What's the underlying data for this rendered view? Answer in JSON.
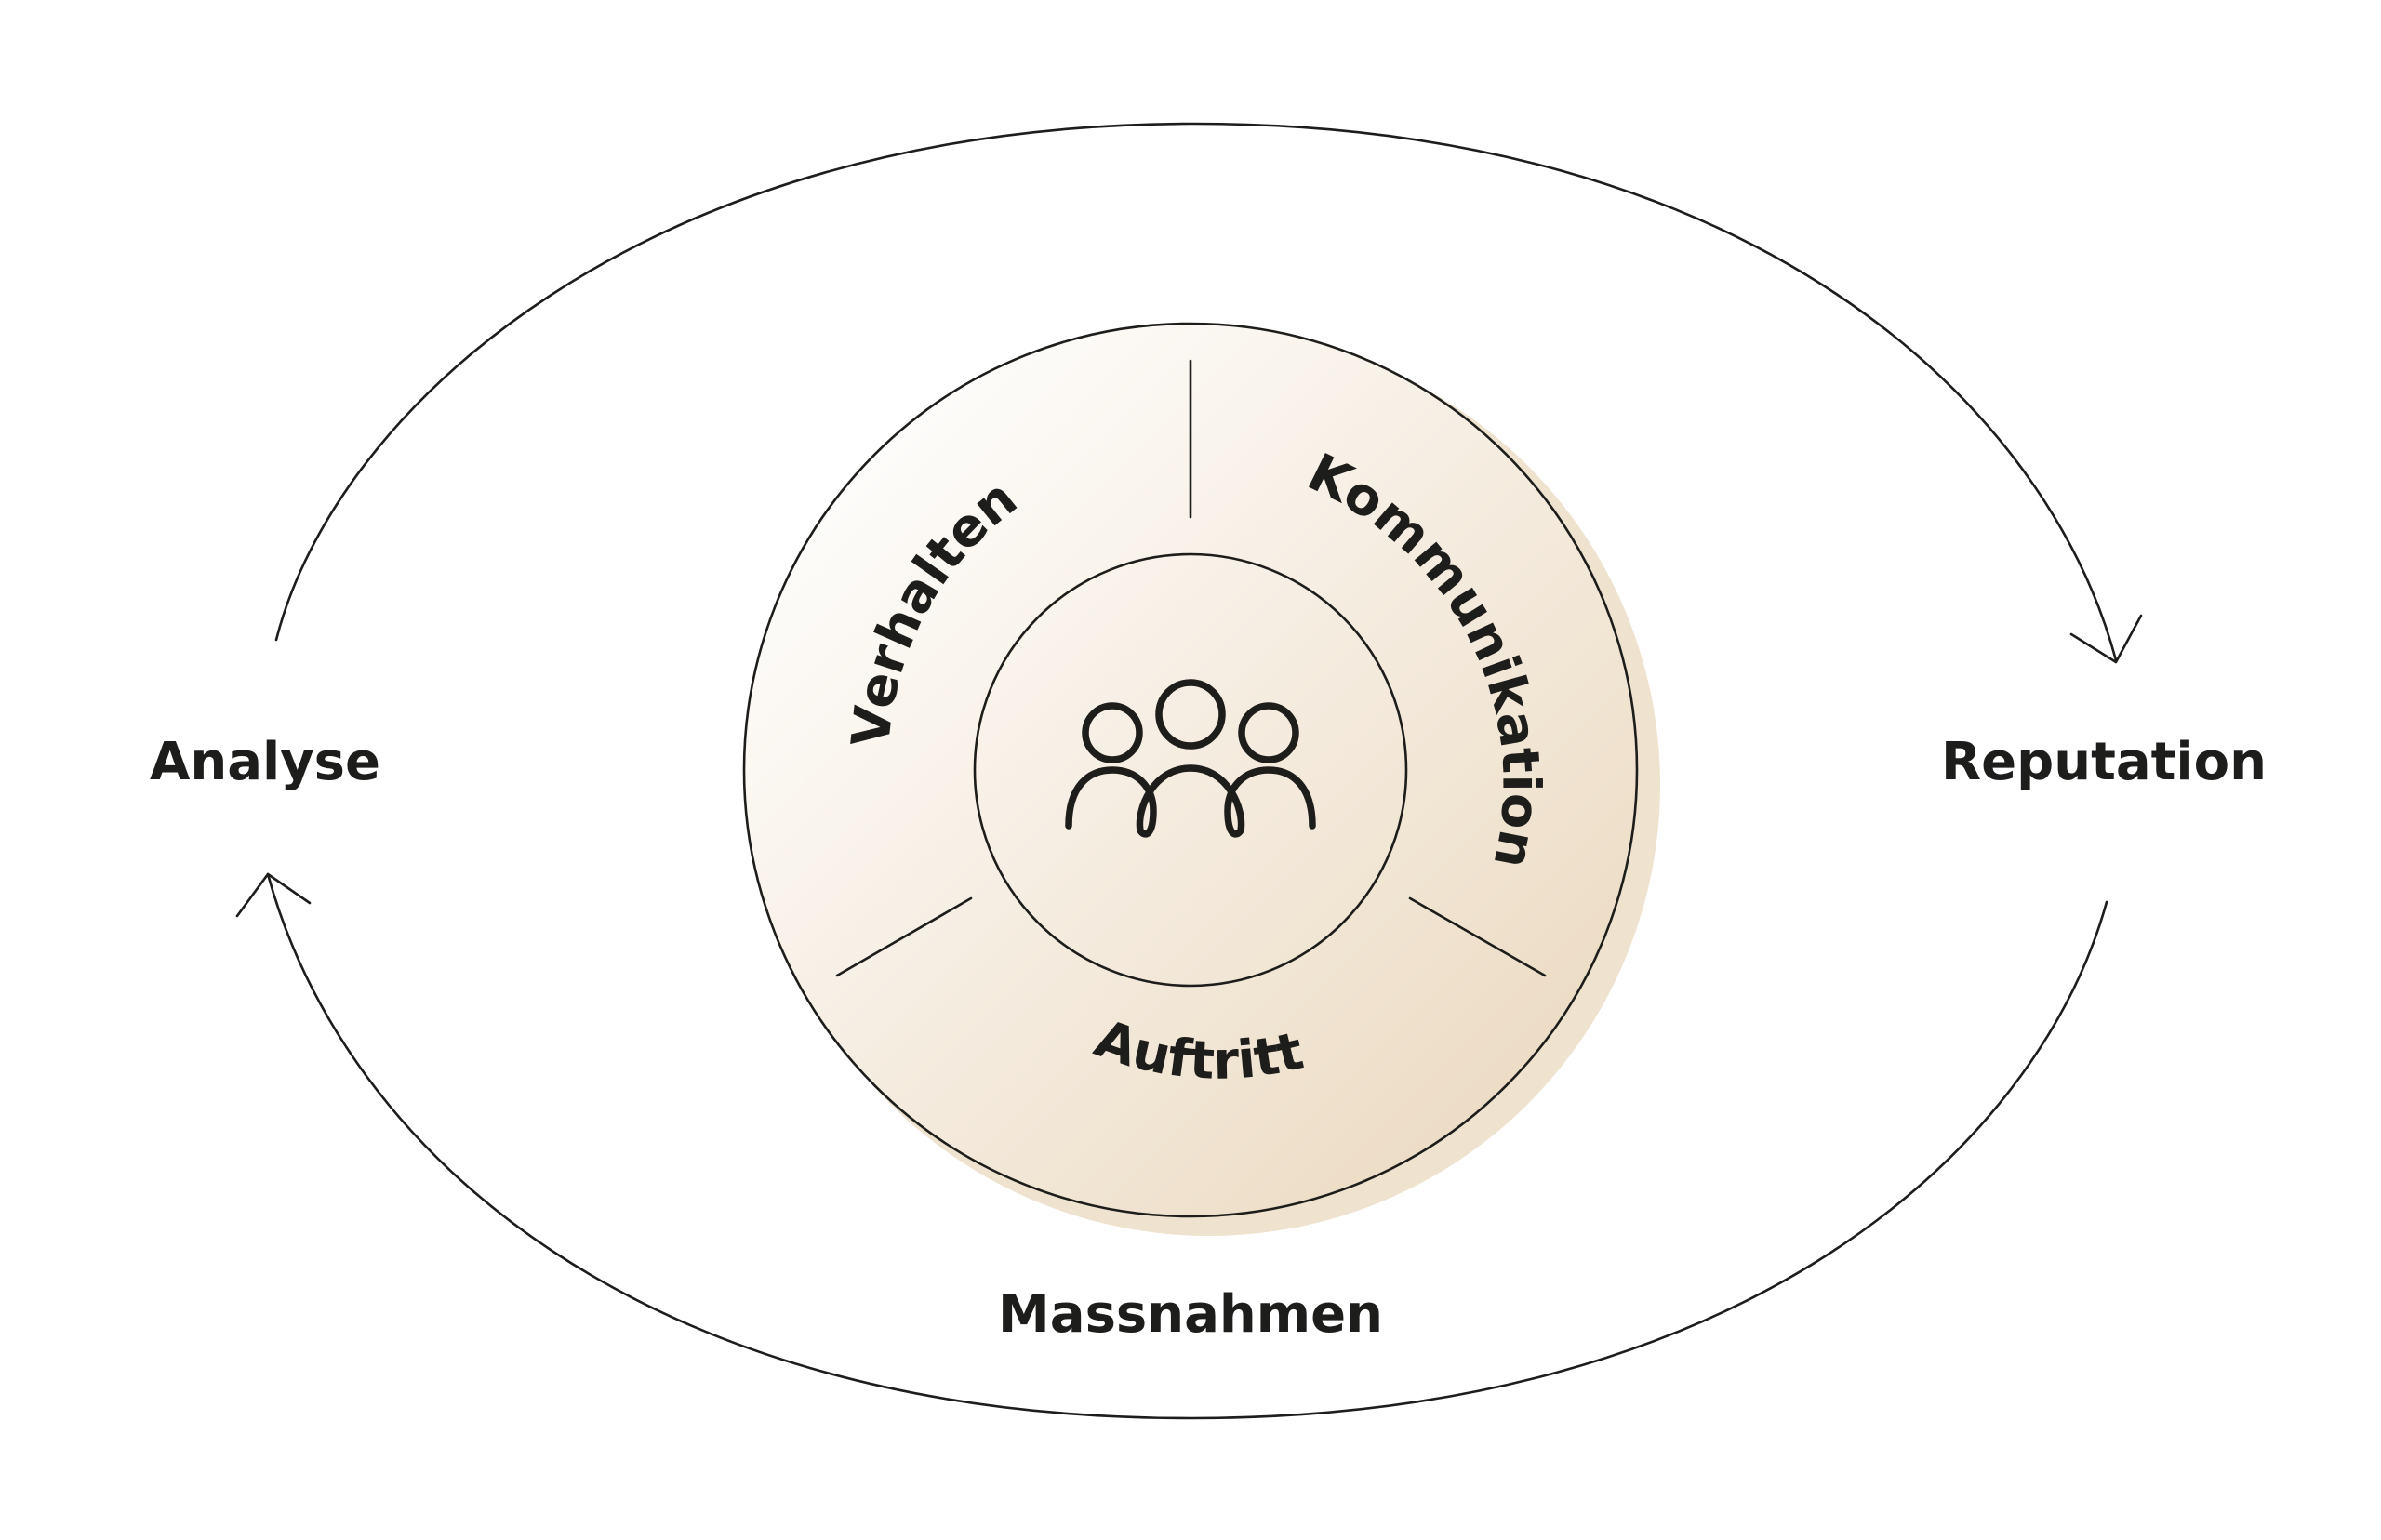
{
  "cycle": {
    "left_label": "Analyse",
    "right_label": "Reputation",
    "bottom_label": "Massnahmen"
  },
  "ring": {
    "segments": [
      {
        "label": "Verhalten"
      },
      {
        "label": "Kommunikation"
      },
      {
        "label": "Auftritt"
      }
    ]
  },
  "center": {
    "icon": "people-group-icon"
  },
  "colors": {
    "line": "#1d1d1b",
    "fill_light": "#ffffff",
    "fill_warm": "#eddcc5",
    "shadow": "#efe2cf"
  }
}
